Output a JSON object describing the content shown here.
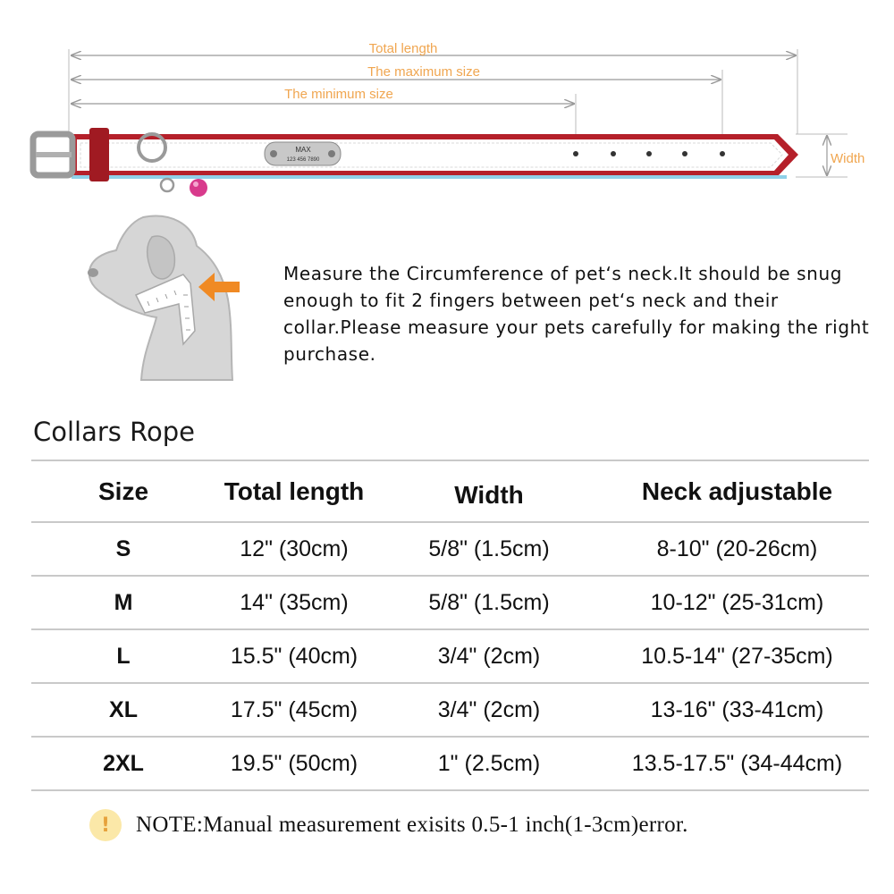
{
  "diagram": {
    "total_length_label": "Total length",
    "max_size_label": "The maximum size",
    "min_size_label": "The minimum size",
    "width_label": "Width",
    "tag_name": "MAX",
    "tag_phone": "123 456 7890"
  },
  "instructions": {
    "text": "Measure the Circumference of pet‘s neck.It should be snug enough to fit 2 fingers between pet‘s neck and their collar.Please measure your pets carefully for making the right purchase."
  },
  "section": {
    "title": "Collars Rope"
  },
  "table": {
    "headers": [
      "Size",
      "Total length",
      "Width",
      "Neck adjustable"
    ],
    "rows": [
      {
        "size": "S",
        "total_length": "12\" (30cm)",
        "width": "5/8\" (1.5cm)",
        "neck": "8-10\" (20-26cm)"
      },
      {
        "size": "M",
        "total_length": "14\" (35cm)",
        "width": "5/8\" (1.5cm)",
        "neck": "10-12\" (25-31cm)"
      },
      {
        "size": "L",
        "total_length": "15.5\" (40cm)",
        "width": "3/4\" (2cm)",
        "neck": "10.5-14\" (27-35cm)"
      },
      {
        "size": "XL",
        "total_length": "17.5\" (45cm)",
        "width": "3/4\" (2cm)",
        "neck": "13-16\" (33-41cm)"
      },
      {
        "size": "2XL",
        "total_length": "19.5\" (50cm)",
        "width": "1\" (2.5cm)",
        "neck": "13.5-17.5\" (34-44cm)"
      }
    ]
  },
  "note": {
    "icon": "exclamation-icon",
    "icon_glyph": "!",
    "text": "NOTE:Manual measurement exisits 0.5-1 inch(1-3cm)error."
  },
  "colors": {
    "dimension_label": "#f0a650",
    "collar_red": "#b5202a",
    "arrow_orange": "#f08a24",
    "rule_gray": "#c9c9c9"
  }
}
